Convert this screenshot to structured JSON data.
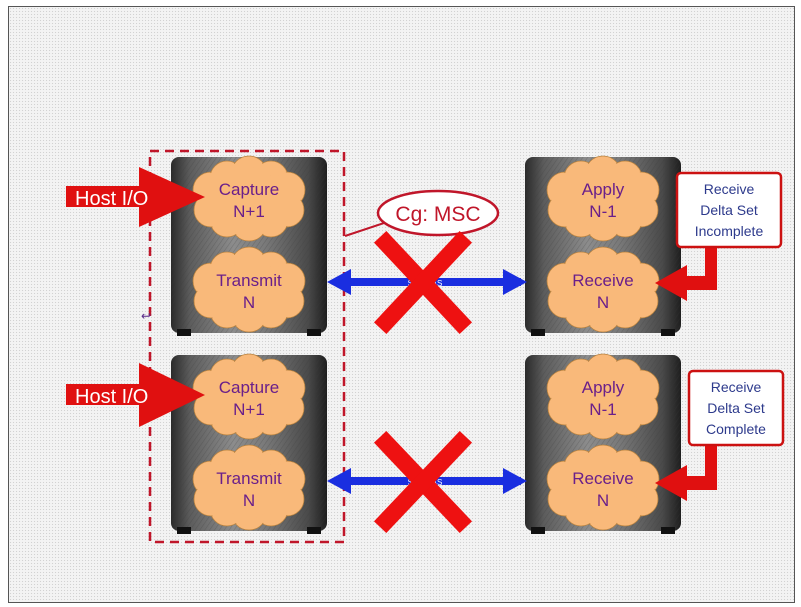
{
  "diagram": {
    "consistency_group_label": "Cg: MSC",
    "link_label": "SRDF/AS",
    "top_row": {
      "host_io": "Host I/O",
      "source_box": {
        "cycle1": [
          "Capture",
          "N+1"
        ],
        "cycle2": [
          "Transmit",
          "N"
        ]
      },
      "target_box": {
        "cycle1": [
          "Apply",
          "N-1"
        ],
        "cycle2": [
          "Receive",
          "N"
        ]
      },
      "callout": [
        "Receive",
        "Delta Set",
        "Incomplete"
      ]
    },
    "bottom_row": {
      "host_io": "Host I/O",
      "source_box": {
        "cycle1": [
          "Capture",
          "N+1"
        ],
        "cycle2": [
          "Transmit",
          "N"
        ]
      },
      "target_box": {
        "cycle1": [
          "Apply",
          "N-1"
        ],
        "cycle2": [
          "Receive",
          "N"
        ]
      },
      "callout": [
        "Receive",
        "Delta Set",
        "Complete"
      ]
    },
    "colors": {
      "cloud_fill": "#f9b97a",
      "cloud_text": "#6a1f8a",
      "host_arrow": "#e01010",
      "callout_text": "#2d3a8c",
      "callout_border": "#cc1111",
      "link_arrow": "#1a2ee0",
      "cross": "#ee1111",
      "dashed_group": "#c0162a"
    }
  }
}
